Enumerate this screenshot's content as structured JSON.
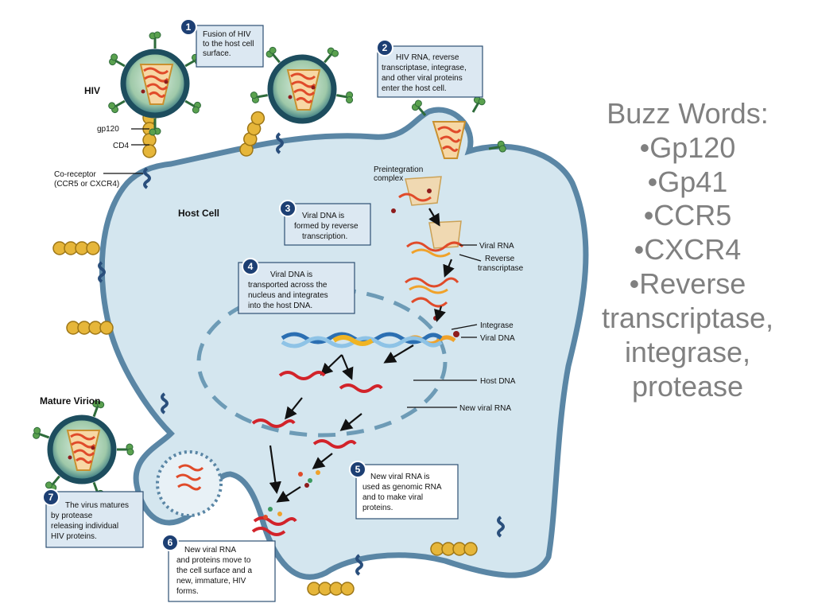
{
  "labels": {
    "hiv": "HIV",
    "gp120": "gp120",
    "cd4": "CD4",
    "coreceptor_1": "Co-receptor",
    "coreceptor_2": "(CCR5 or CXCR4)",
    "host_cell": "Host Cell",
    "mature_virion": "Mature Virion",
    "preintegration_1": "Preintegration",
    "preintegration_2": "complex",
    "viral_rna": "Viral RNA",
    "reverse_transcriptase_1": "Reverse",
    "reverse_transcriptase_2": "transcriptase",
    "integrase": "Integrase",
    "viral_dna": "Viral DNA",
    "host_dna": "Host DNA",
    "new_viral_rna": "New viral RNA"
  },
  "steps": [
    {
      "number": "1",
      "lines": [
        "Fusion of  HIV",
        "to the host cell",
        "surface."
      ]
    },
    {
      "number": "2",
      "lines": [
        "HIV RNA, reverse",
        "transcriptase, integrase,",
        "and other viral proteins",
        "enter the host cell."
      ]
    },
    {
      "number": "3",
      "lines": [
        "Viral DNA is",
        "formed by reverse",
        "transcription."
      ]
    },
    {
      "number": "4",
      "lines": [
        "Viral DNA is",
        "transported across the",
        "nucleus and integrates",
        "into the host DNA."
      ]
    },
    {
      "number": "5",
      "lines": [
        "New viral RNA is",
        "used as genomic RNA",
        "and to make viral",
        "proteins."
      ]
    },
    {
      "number": "6",
      "lines": [
        "New viral RNA",
        "and proteins move to",
        "the cell surface and a",
        "new, immature, HIV",
        "forms."
      ]
    },
    {
      "number": "7",
      "lines": [
        "The virus matures",
        "by protease",
        "releasing individual",
        "HIV proteins."
      ]
    }
  ],
  "buzz": {
    "title": "Buzz  Words:",
    "items": [
      "•Gp120",
      "•Gp41",
      "•CCR5",
      "•CXCR4",
      "•Reverse transcriptase, integrase, protease"
    ]
  },
  "colors": {
    "cell_fill": "#d4e6ef",
    "membrane": "#5a86a5",
    "box_fill": "#dce8f2",
    "box_border": "#2d4f73",
    "number_badge": "#1d3f73",
    "rna": "#d2232a",
    "buzz_text": "#808080"
  }
}
